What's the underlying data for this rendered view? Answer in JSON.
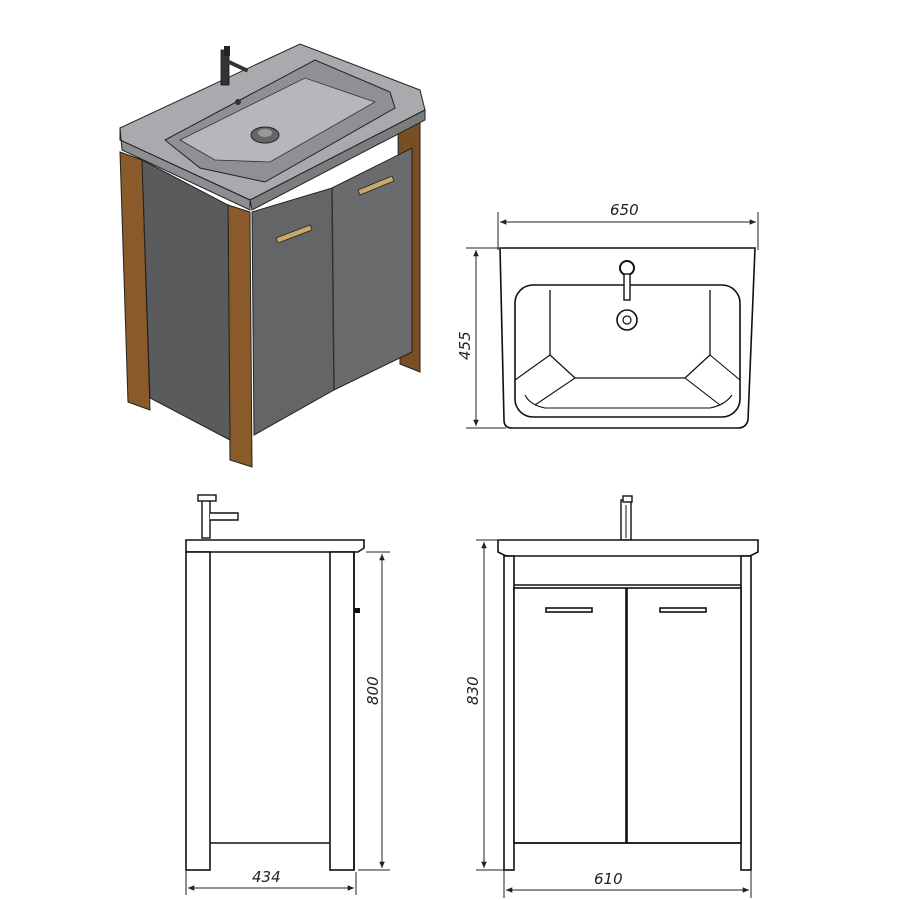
{
  "dimensions": {
    "top_width": "650",
    "top_depth": "455",
    "side_height": "800",
    "side_depth": "434",
    "front_height": "830",
    "front_width": "610"
  },
  "colors": {
    "cabinet_dark": "#5f6062",
    "wood": "#8a5a2b",
    "basin": "#a9aaad",
    "outline": "#111111"
  }
}
